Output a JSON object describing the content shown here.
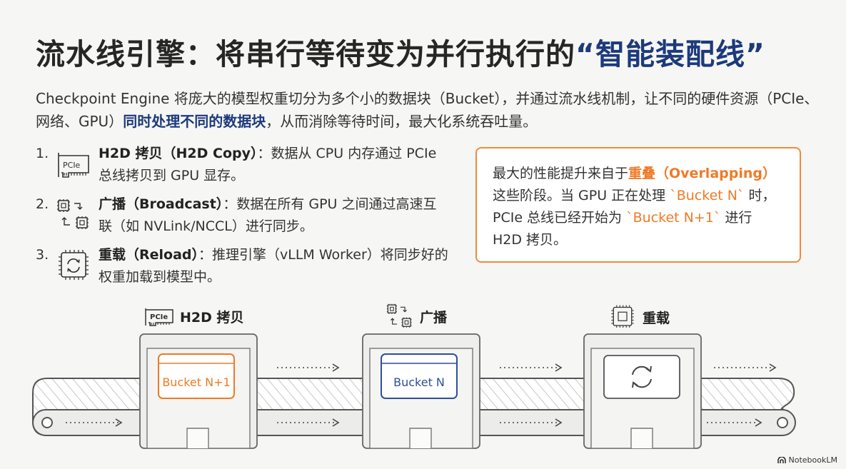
{
  "title": {
    "main": "流水线引擎：将串行等待变为并行执行的",
    "highlight": "“智能装配线”"
  },
  "intro": {
    "part1": "Checkpoint Engine 将庞大的模型权重切分为多个小的数据块（Bucket），并通过流水线机制，让不同的硬件资源（PCIe、网络、GPU）",
    "highlight": "同时处理不同的数据块",
    "part2": "，从而消除等待时间，最大化系统吞吐量。"
  },
  "steps": [
    {
      "num": "1.",
      "icon": "pcie-card-icon",
      "icon_text": "PCIe",
      "bold": "H2D 拷贝（H2D Copy）",
      "text": "：数据从 CPU 内存通过 PCIe 总线拷贝到 GPU 显存。"
    },
    {
      "num": "2.",
      "icon": "broadcast-chips-icon",
      "bold": "广播（Broadcast）",
      "text": "：数据在所有 GPU 之间通过高速互联（如 NVLink/NCCL）进行同步。"
    },
    {
      "num": "3.",
      "icon": "reload-chip-icon",
      "bold": "重载（Reload）",
      "text": "：推理引擎（vLLM Worker）将同步好的权重加载到模型中。"
    }
  ],
  "callout": {
    "prefix": "最大的性能提升来自于",
    "highlight": "重叠（Overlapping）",
    "mid1": "这些阶段。当 GPU 正在处理 ",
    "code1": "`Bucket N`",
    "mid2": " 时，PCIe 总线已经开始为 ",
    "code2": "`Bucket N+1`",
    "suffix": " 进行 H2D 拷贝。"
  },
  "stages": [
    {
      "label": "H2D 拷贝",
      "icon": "pcie-card-icon",
      "icon_text": "PCIe",
      "bucket": "Bucket N+1",
      "color": "#ef7a26"
    },
    {
      "label": "广播",
      "icon": "broadcast-chips-icon",
      "bucket": "Bucket N",
      "color": "#2d4f9a"
    },
    {
      "label": "重载",
      "icon": "reload-chip-icon",
      "bucket": "",
      "color": "#555555"
    }
  ],
  "watermark": "NotebookLM"
}
